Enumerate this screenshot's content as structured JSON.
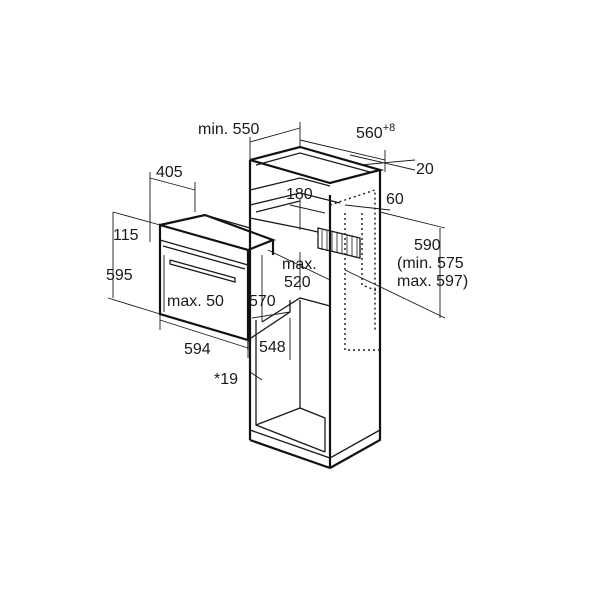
{
  "colors": {
    "line": "#1a1a1a",
    "background": "#ffffff"
  },
  "labels": {
    "min550": "min. 550",
    "w560": "560",
    "w560_sup": "+8",
    "d20": "20",
    "d405": "405",
    "d180": "180",
    "d60": "60",
    "d115": "115",
    "d590": "590",
    "min575": "(min. 575",
    "max597": "max. 597)",
    "max520_a": "max.",
    "max520_b": "520",
    "d595": "595",
    "max50": "max. 50",
    "d570": "570",
    "d594": "594",
    "d548": "548",
    "note19": "*19"
  }
}
